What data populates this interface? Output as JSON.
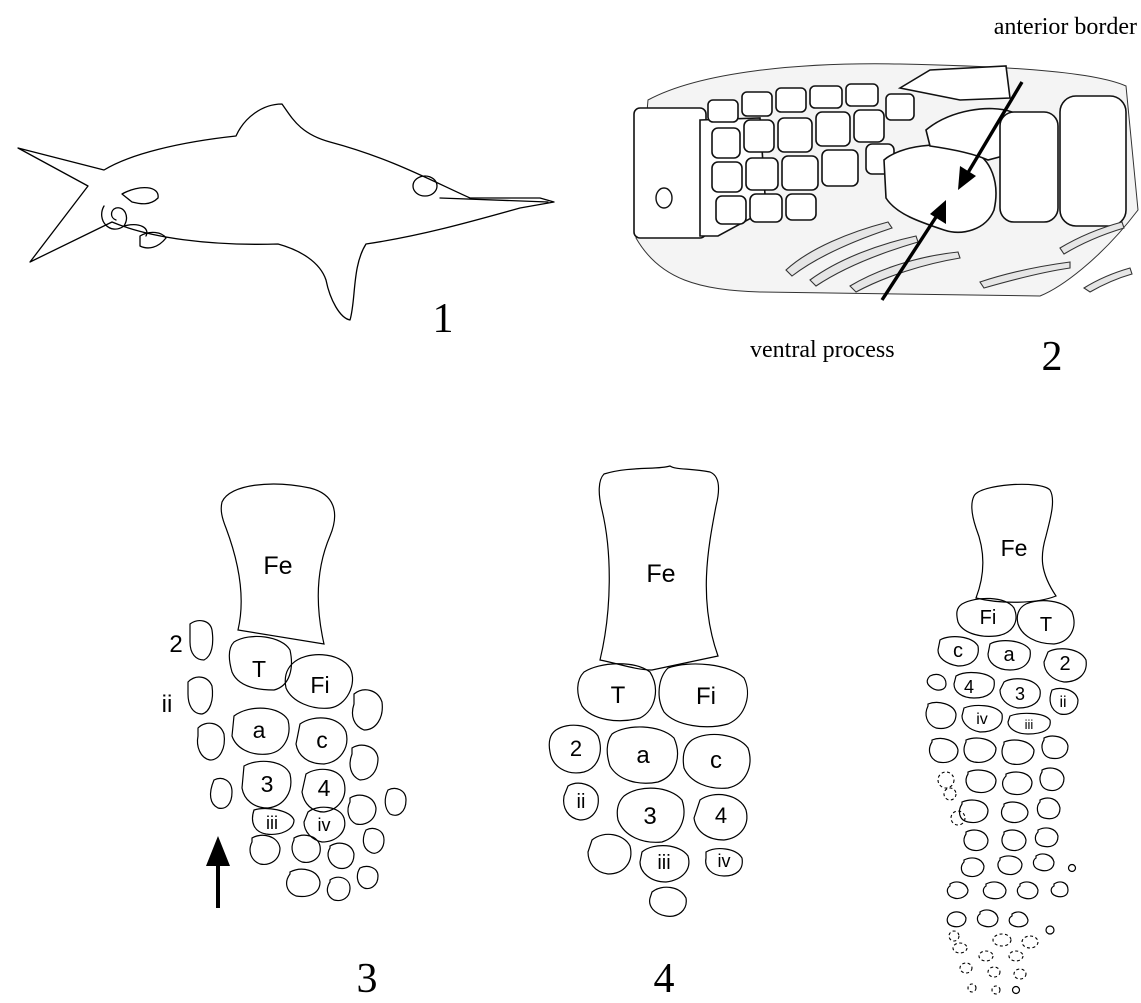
{
  "panels": {
    "p1": {
      "number": "1"
    },
    "p2": {
      "number": "2",
      "label_top": "anterior border",
      "label_bottom": "ventral process"
    },
    "p3": {
      "number": "3",
      "bones": {
        "fe": "Fe",
        "t": "T",
        "fi": "Fi",
        "a": "a",
        "c": "c",
        "n3": "3",
        "n4": "4",
        "iii": "iii",
        "iv": "iv"
      },
      "side_labels": {
        "n2": "2",
        "ii": "ii"
      }
    },
    "p4": {
      "number": "4",
      "bones": {
        "fe": "Fe",
        "t": "T",
        "fi": "Fi",
        "n2": "2",
        "a": "a",
        "c": "c",
        "ii": "ii",
        "n3": "3",
        "n4": "4",
        "iii": "iii",
        "iv": "iv"
      }
    },
    "p5": {
      "bones": {
        "fe": "Fe",
        "fi": "Fi",
        "t": "T",
        "c": "c",
        "a": "a",
        "n2": "2",
        "n4": "4",
        "n3": "3",
        "ii": "ii",
        "iv": "iv",
        "iii": "iii"
      }
    }
  },
  "colors": {
    "ink": "#000000",
    "paper": "#ffffff"
  }
}
